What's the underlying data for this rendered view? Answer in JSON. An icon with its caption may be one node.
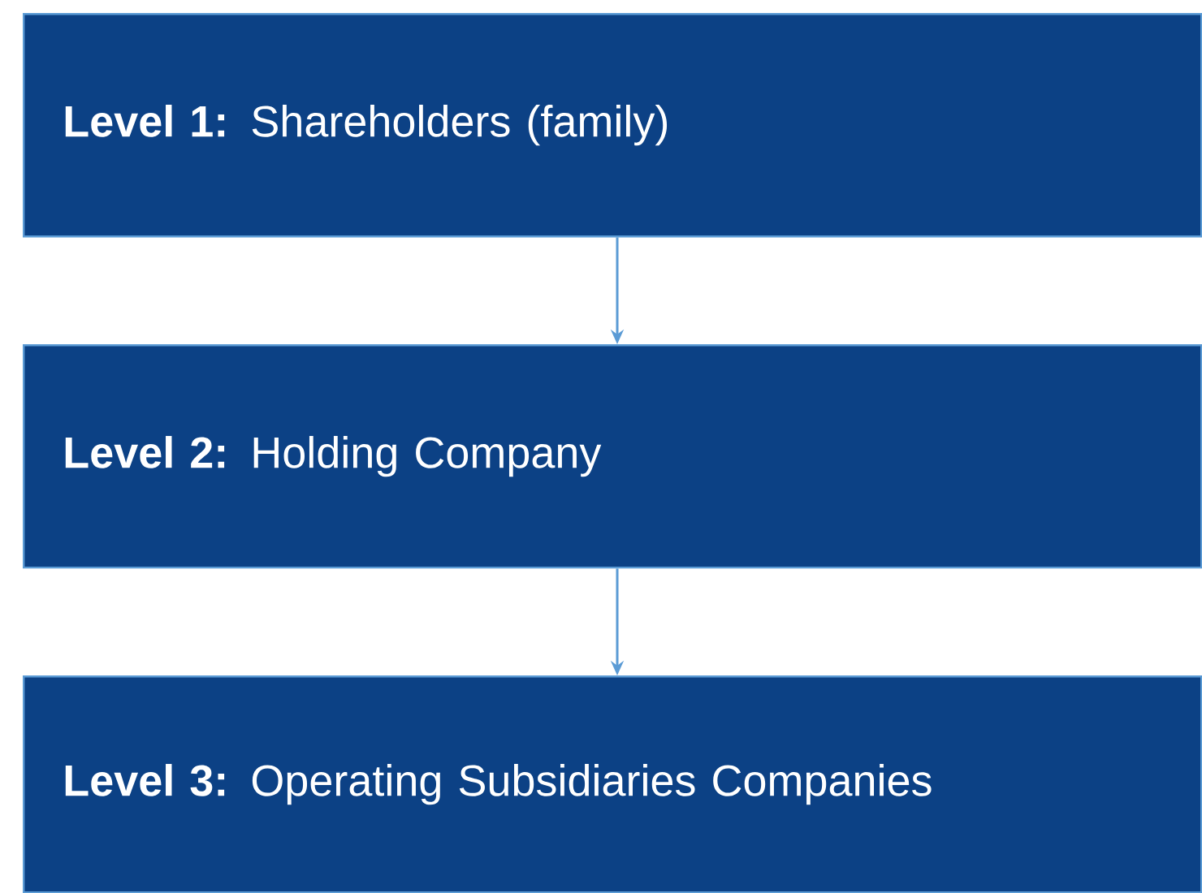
{
  "diagram": {
    "nodes": [
      {
        "text": [
          "**Level 1:** Shareholders (family)"
        ]
      },
      {
        "text": [
          "**Level 2:** Holding Company"
        ]
      },
      {
        "text": [
          "**Level 3:** Operating Subsidiaries Companies"
        ]
      }
    ],
    "edges": [
      {
        "from": 0,
        "to": 1,
        "arrow": "to"
      },
      {
        "from": 1,
        "to": 2,
        "arrow": "to"
      }
    ]
  }
}
